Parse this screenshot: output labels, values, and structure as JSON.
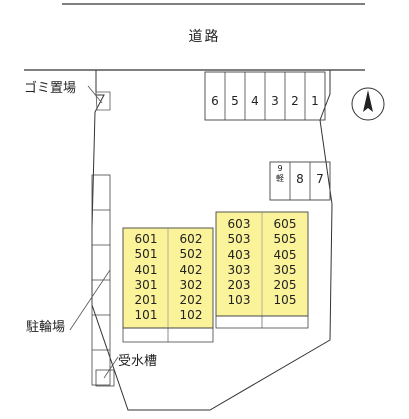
{
  "labels": {
    "road": "道路",
    "garbage": "ゴミ置場",
    "bicycle": "駐輪場",
    "water_tank": "受水槽"
  },
  "parking_top": [
    "6",
    "5",
    "4",
    "3",
    "2",
    "1"
  ],
  "parking_side": {
    "stacked": [
      "9",
      "軽"
    ],
    "spaces": [
      "8",
      "7"
    ]
  },
  "building_left": {
    "columns": [
      [
        "601",
        "501",
        "401",
        "301",
        "201",
        "101"
      ],
      [
        "602",
        "502",
        "402",
        "302",
        "202",
        "102"
      ]
    ]
  },
  "building_right": {
    "columns": [
      [
        "603",
        "503",
        "403",
        "303",
        "203",
        "103"
      ],
      [
        "605",
        "505",
        "405",
        "305",
        "205",
        "105"
      ]
    ]
  },
  "colors": {
    "building_fill": "#fbf39a",
    "line": "#333333"
  }
}
